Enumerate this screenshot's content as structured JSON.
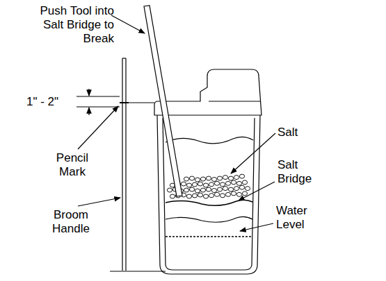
{
  "diagram": {
    "labels": [
      "Push Tool into Salt Bridge to Break",
      "1\" - 2\"",
      "Pencil Mark",
      "Broom Handle",
      "Salt",
      "Salt Bridge",
      "Water Level"
    ]
  }
}
